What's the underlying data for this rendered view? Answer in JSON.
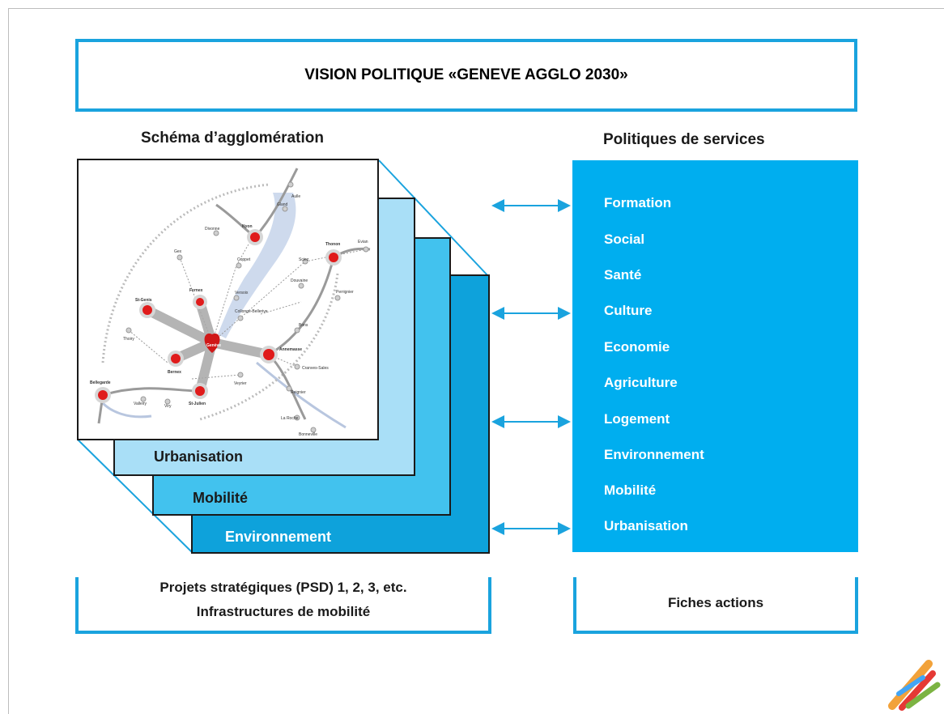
{
  "vision": {
    "title": "VISION POLITIQUE «GENEVE AGGLO 2030»"
  },
  "schema": {
    "heading": "Schéma d’agglomération",
    "layers": [
      "Urbanisation",
      "Mobilité",
      "Environnement"
    ],
    "map_places": [
      "Nyon",
      "Gland",
      "Aulle",
      "Divonne",
      "Gex",
      "Coppet",
      "Thonon",
      "Evian",
      "Sciez",
      "Douvaine",
      "Perrignier",
      "Fernex",
      "St-Genis",
      "Versoix",
      "Collonge-Bellerive",
      "Thoiry",
      "Genève",
      "Annemasse",
      "Bons",
      "Cranves-Sales",
      "Bernex",
      "Bellegarde",
      "St-Julien",
      "Valleiry",
      "Viry",
      "Veyrier",
      "Reignier",
      "La Roche",
      "Bonneville"
    ],
    "colors": {
      "urbanisation": "#a9dff7",
      "mobilite": "#42c2ee",
      "environnement": "#0ea2db"
    }
  },
  "services": {
    "heading": "Politiques de services",
    "items": [
      "Formation",
      "Social",
      "Santé",
      "Culture",
      "Economie",
      "Agriculture",
      "Logement",
      "Environnement",
      "Mobilité",
      "Urbanisation"
    ],
    "panel_color": "#00aeef"
  },
  "bottom": {
    "projects_line1": "Projets stratégiques (PSD) 1, 2, 3, etc.",
    "projects_line2": "Infrastructures de mobilité",
    "fiches": "Fiches actions"
  },
  "accent_color": "#1aa3de"
}
